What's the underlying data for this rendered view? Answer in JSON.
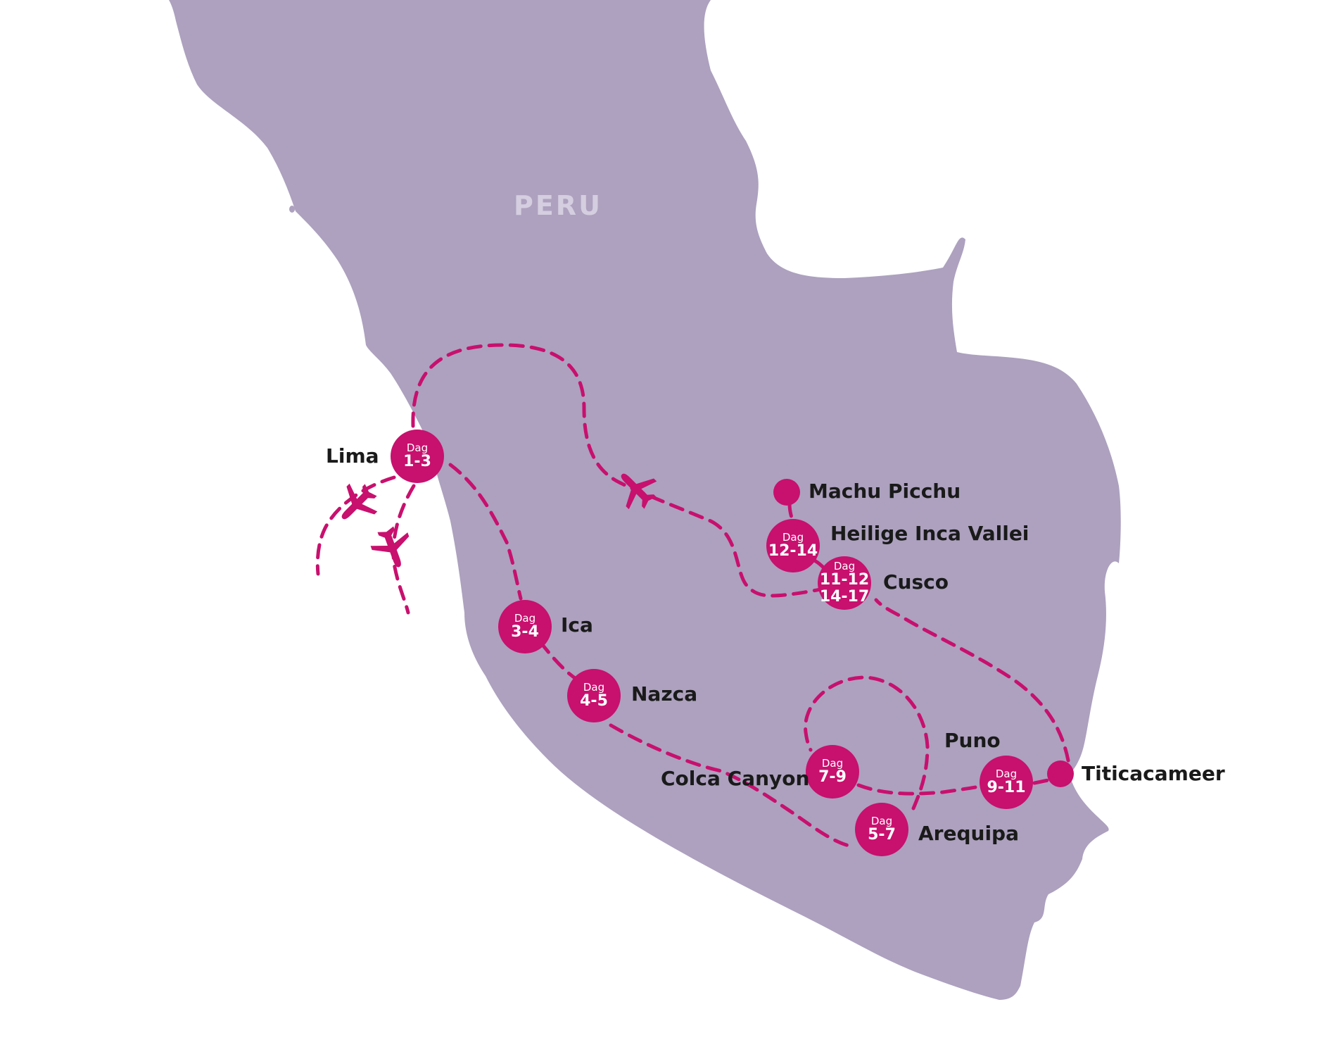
{
  "map": {
    "country_label": "PERU",
    "colors": {
      "land": "#ada1bf",
      "route": "#c8106e",
      "marker": "#c8106e",
      "label_text": "#1a1a1a",
      "country_label_text": "#d5cee0",
      "background": "#ffffff"
    },
    "stops": [
      {
        "prefix": "Dag",
        "days": "1-3",
        "place": "Lima"
      },
      {
        "prefix": "Dag",
        "days": "3-4",
        "place": "Ica"
      },
      {
        "prefix": "Dag",
        "days": "4-5",
        "place": "Nazca"
      },
      {
        "prefix": "Dag",
        "days": "5-7",
        "place": "Arequipa"
      },
      {
        "prefix": "Dag",
        "days": "7-9",
        "place": "Colca Canyon"
      },
      {
        "prefix": "Dag",
        "days": "9-11",
        "place": "Puno"
      },
      {
        "prefix": "Dag",
        "days": "11-12",
        "days2": "14-17",
        "place": "Cusco"
      },
      {
        "prefix": "Dag",
        "days": "12-14",
        "place": "Heilige Inca Vallei"
      }
    ],
    "points": [
      {
        "place": "Machu Picchu"
      },
      {
        "place": "Titicacameer"
      }
    ],
    "icons": [
      "airplane-icon",
      "airplane-icon",
      "airplane-icon"
    ]
  }
}
